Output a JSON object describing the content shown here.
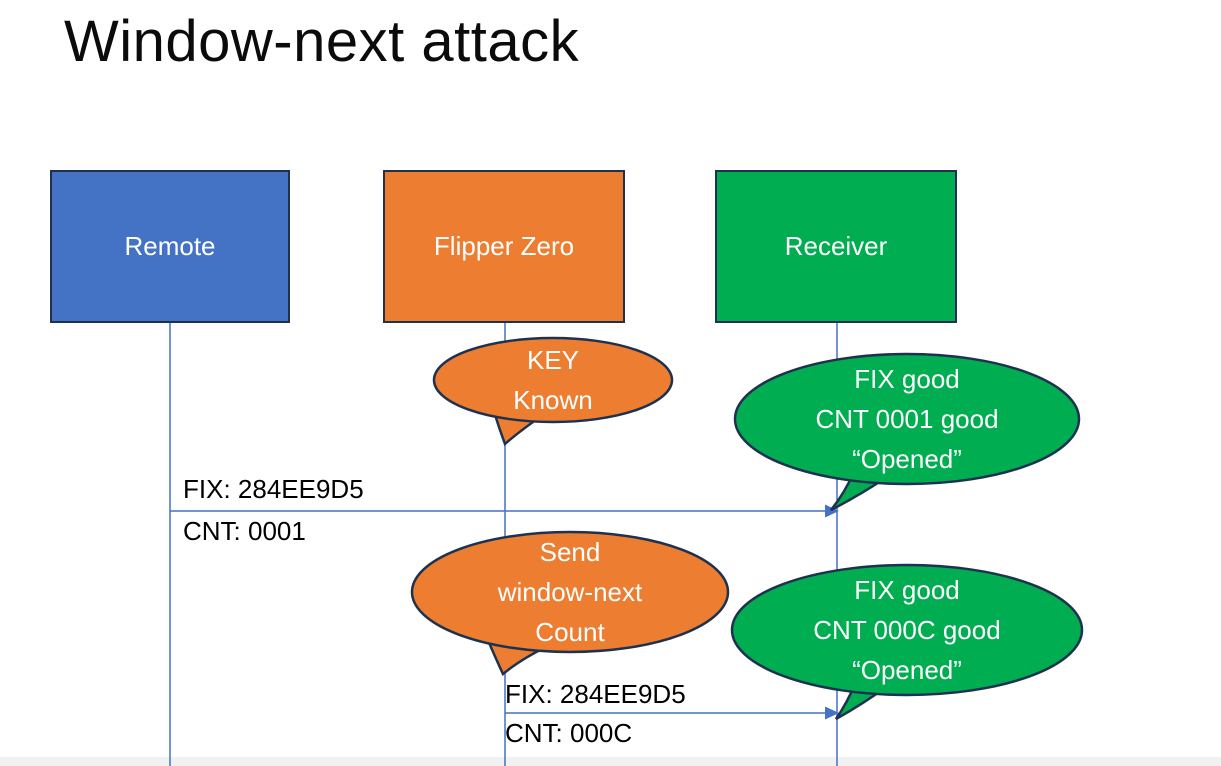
{
  "title": "Window-next attack",
  "colors": {
    "blue": "#4472C4",
    "orange": "#ED7D31",
    "green": "#00AD50",
    "border": "#1E3250",
    "line": "#4472C4",
    "text_dark": "#000000",
    "text_light": "#FFFFFF"
  },
  "actors": [
    {
      "label": "Remote"
    },
    {
      "label": "Flipper Zero"
    },
    {
      "label": "Receiver"
    }
  ],
  "bubbles": [
    {
      "speaker": "Flipper Zero",
      "lines": [
        "KEY",
        "Known"
      ]
    },
    {
      "speaker": "Receiver",
      "lines": [
        "FIX good",
        "CNT 0001 good",
        "“Opened”"
      ]
    },
    {
      "speaker": "Flipper Zero",
      "lines": [
        "Send",
        "window-next",
        "Count"
      ]
    },
    {
      "speaker": "Receiver",
      "lines": [
        "FIX good",
        "CNT 000C good",
        "“Opened”"
      ]
    }
  ],
  "messages": [
    {
      "from": "Remote",
      "to": "Receiver",
      "label_top": "FIX: 284EE9D5",
      "label_bottom": "CNT: 0001"
    },
    {
      "from": "Flipper Zero",
      "to": "Receiver",
      "label_top": "FIX: 284EE9D5",
      "label_bottom": "CNT: 000C"
    }
  ]
}
